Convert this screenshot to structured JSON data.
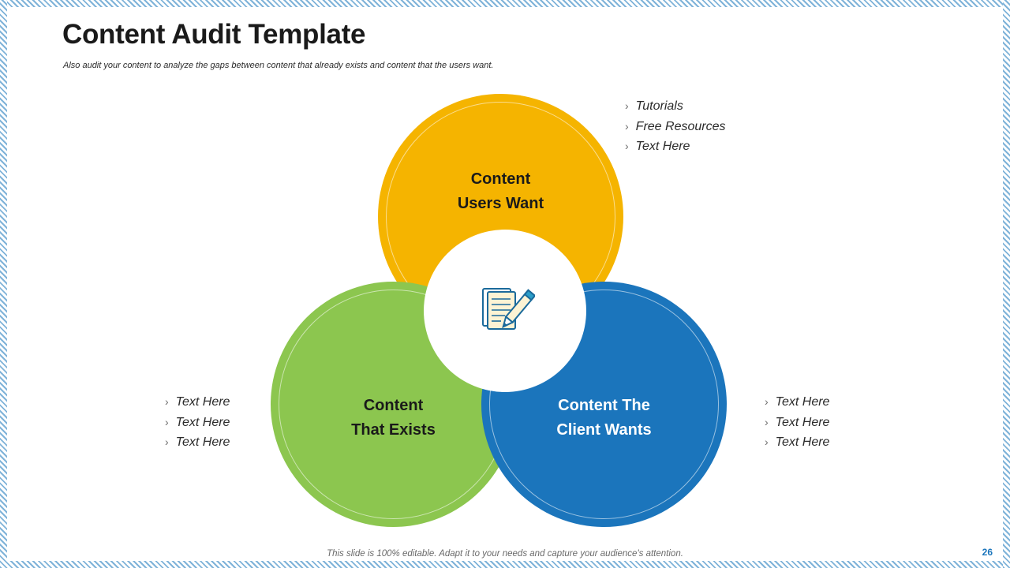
{
  "slide": {
    "title": "Content Audit Template",
    "subtitle": "Also audit your content to analyze the gaps between content that already exists and content that the users want.",
    "footnote": "This slide is 100% editable. Adapt it to your needs and capture your audience's attention.",
    "page_number": "26"
  },
  "venn": {
    "top": {
      "label_line1": "Content",
      "label_line2": "Users Want",
      "color": "#f5b400"
    },
    "left": {
      "label_line1": "Content",
      "label_line2": "That Exists",
      "color": "#8cc64f"
    },
    "right": {
      "label_line1": "Content The",
      "label_line2": "Client Wants",
      "color": "#1b75bc"
    },
    "center_icon": "notepad-pencil-icon"
  },
  "lists": {
    "top": {
      "bullet": "›",
      "items": [
        "Tutorials",
        "Free Resources",
        "Text Here"
      ]
    },
    "left": {
      "bullet": "›",
      "items": [
        "Text Here",
        "Text Here",
        "Text Here"
      ]
    },
    "right": {
      "bullet": "›",
      "items": [
        "Text Here",
        "Text Here",
        "Text Here"
      ]
    }
  }
}
